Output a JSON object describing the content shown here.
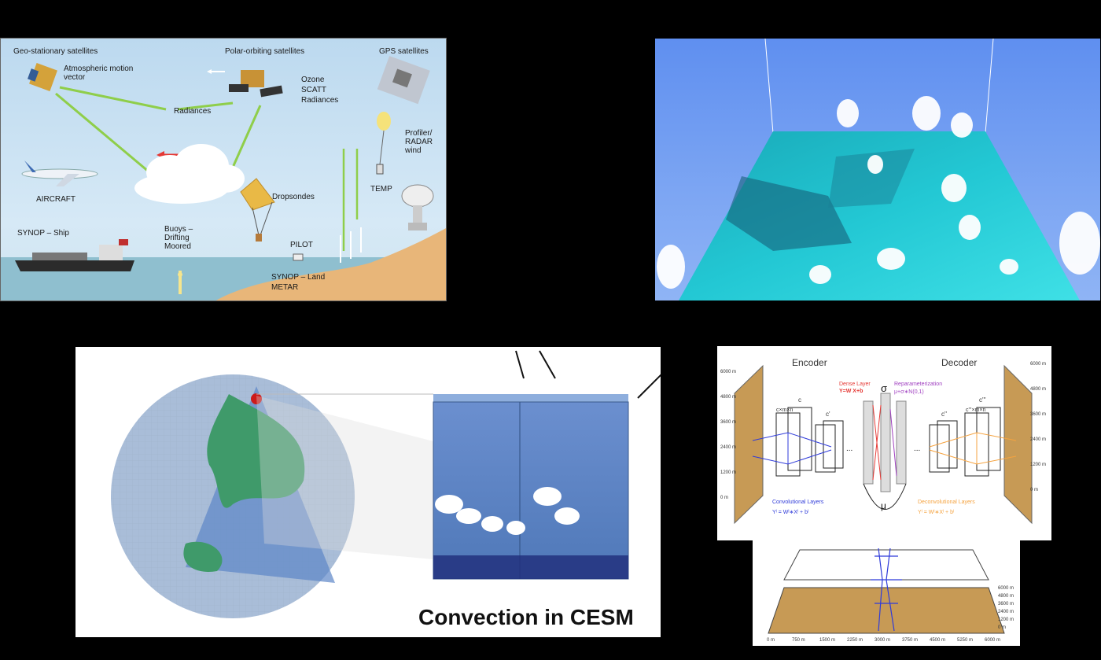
{
  "observations": {
    "geo_satellites": "Geo-stationary satellites",
    "polar_satellites": "Polar-orbiting satellites",
    "gps_satellites": "GPS satellites",
    "atmospheric_motion_vector": "Atmospheric motion vector",
    "ozone": "Ozone",
    "scatt": "SCATT",
    "radiances_right": "Radiances",
    "radiances": "Radiances",
    "profiler": "Profiler/ RADAR wind",
    "aircraft": "AIRCRAFT",
    "dropsondes": "Dropsondes",
    "temp": "TEMP",
    "synop_ship": "SYNOP – Ship",
    "buoys": "Buoys – Drifting Moored",
    "pilot": "PILOT",
    "synop_land": "SYNOP – Land",
    "metar": "METAR"
  },
  "globe": {
    "caption": "Convection in CESM"
  },
  "vae": {
    "encoder": "Encoder",
    "decoder": "Decoder",
    "dense_layer": "Dense Layer",
    "dense_eq": "Y=W X+b",
    "reparam": "Reparameterization",
    "reparam_eq": "μ+σ∗N(0,1)",
    "sigma": "σ",
    "mu": "μ",
    "c": "c",
    "c1": "c'",
    "c2": "c''",
    "c3": "c'''",
    "cmn": "c×m×n",
    "cmn2": "c'''×m×n",
    "conv_layers": "Convolutional Layers",
    "conv_eq": "Yˡ = Wˡ∗Xˡ + bˡ",
    "deconv_layers": "Deconvolutional Layers",
    "deconv_eq": "Yˡ = Wˡ∗Xˡ + bˡ",
    "left_ticks": [
      "6000 m",
      "4800 m",
      "3600 m",
      "2400 m",
      "1200 m",
      "0 m"
    ],
    "right_ticks": [
      "6000 m",
      "4800 m",
      "3600 m",
      "2400 m",
      "1200 m",
      "0 m"
    ],
    "bottom_x_ticks": [
      "0 m",
      "750 m",
      "1500 m",
      "2250 m",
      "3000 m",
      "3750 m",
      "4500 m",
      "5250 m",
      "6000 m"
    ],
    "bottom_z_ticks": [
      "6000 m",
      "4800 m",
      "3600 m",
      "2400 m",
      "1200 m",
      "0 m"
    ]
  },
  "colors": {
    "arrow_green": "#8fce4a",
    "arrow_red": "#e53935",
    "ocean": "#8fbfcf",
    "land": "#e8b679",
    "les_water": "#1fc1cf",
    "box_blue": "#4f78b8",
    "enc_blue": "#2f3bd9",
    "dec_orange": "#f5a340",
    "dense_red": "#e53935",
    "reparam_purple": "#a040c0"
  }
}
